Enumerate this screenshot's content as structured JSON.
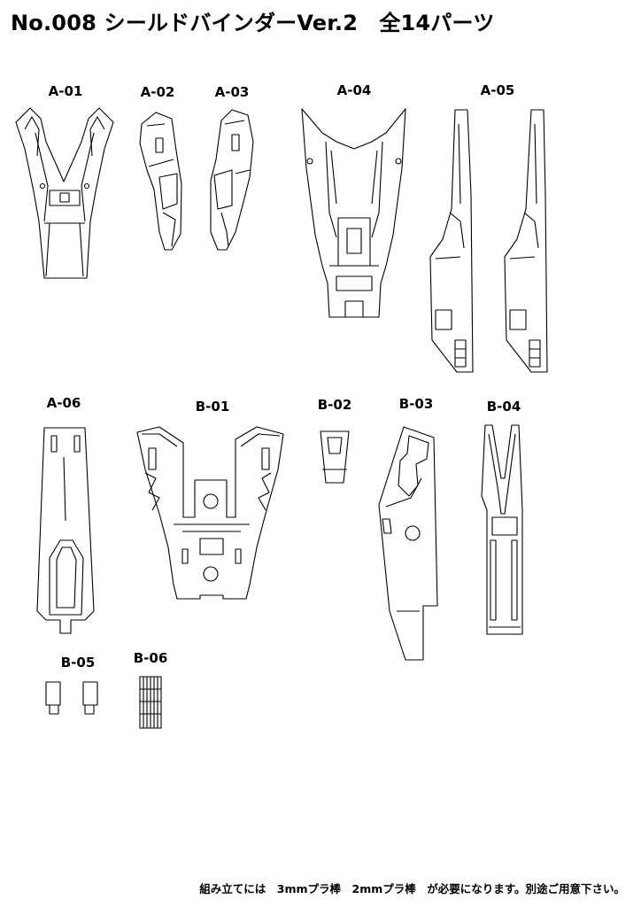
{
  "title": "No.008 シールドバインダーVer.2　全14パーツ",
  "parts": [
    {
      "id": "A-01"
    },
    {
      "id": "A-02"
    },
    {
      "id": "A-03"
    },
    {
      "id": "A-04"
    },
    {
      "id": "A-05"
    },
    {
      "id": "A-06"
    },
    {
      "id": "B-01"
    },
    {
      "id": "B-02"
    },
    {
      "id": "B-03"
    },
    {
      "id": "B-04"
    },
    {
      "id": "B-05"
    },
    {
      "id": "B-06"
    }
  ],
  "footer": "組み立てには　3mmプラ棒　2mmプラ棒　が必要になります。別途ご用意下さい。"
}
